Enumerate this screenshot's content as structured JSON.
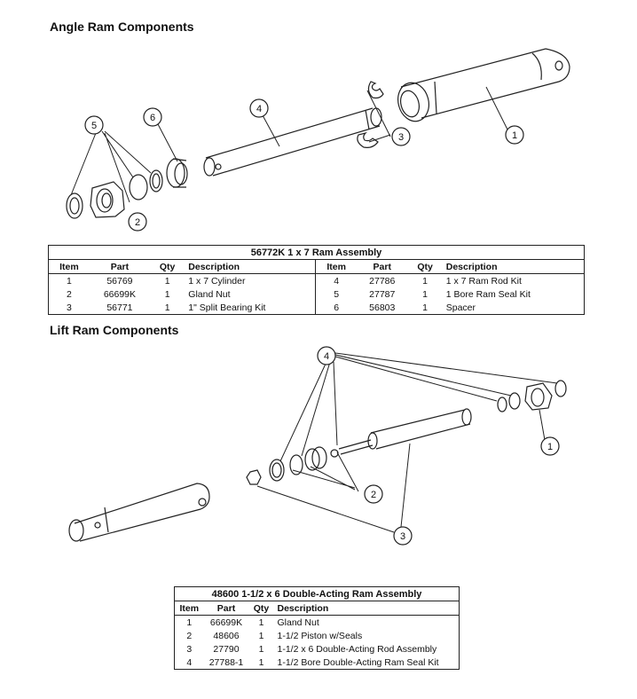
{
  "sections": {
    "angle": {
      "heading": "Angle Ram Components",
      "callouts": [
        "1",
        "2",
        "3",
        "4",
        "5",
        "6"
      ],
      "table": {
        "title": "56772K  1 x 7 Ram Assembly",
        "columns": [
          "Item",
          "Part",
          "Qty",
          "Description",
          "Item",
          "Part",
          "Qty",
          "Description"
        ],
        "rows": [
          [
            "1",
            "56769",
            "1",
            "1 x 7 Cylinder",
            "4",
            "27786",
            "1",
            "1 x 7 Ram Rod Kit"
          ],
          [
            "2",
            "66699K",
            "1",
            "Gland Nut",
            "5",
            "27787",
            "1",
            "1 Bore Ram Seal Kit"
          ],
          [
            "3",
            "56771",
            "1",
            "1\" Split Bearing Kit",
            "6",
            "56803",
            "1",
            "Spacer"
          ]
        ]
      }
    },
    "lift": {
      "heading": "Lift Ram Components",
      "callouts": [
        "1",
        "2",
        "3",
        "4"
      ],
      "table": {
        "title": "48600  1-1/2 x 6 Double-Acting Ram Assembly",
        "columns": [
          "Item",
          "Part",
          "Qty",
          "Description"
        ],
        "rows": [
          [
            "1",
            "66699K",
            "1",
            "Gland Nut"
          ],
          [
            "2",
            "48606",
            "1",
            "1-1/2 Piston w/Seals"
          ],
          [
            "3",
            "27790",
            "1",
            "1-1/2 x 6 Double-Acting Rod Assembly"
          ],
          [
            "4",
            "27788-1",
            "1",
            "1-1/2 Bore Double-Acting Ram Seal Kit"
          ]
        ]
      }
    }
  }
}
